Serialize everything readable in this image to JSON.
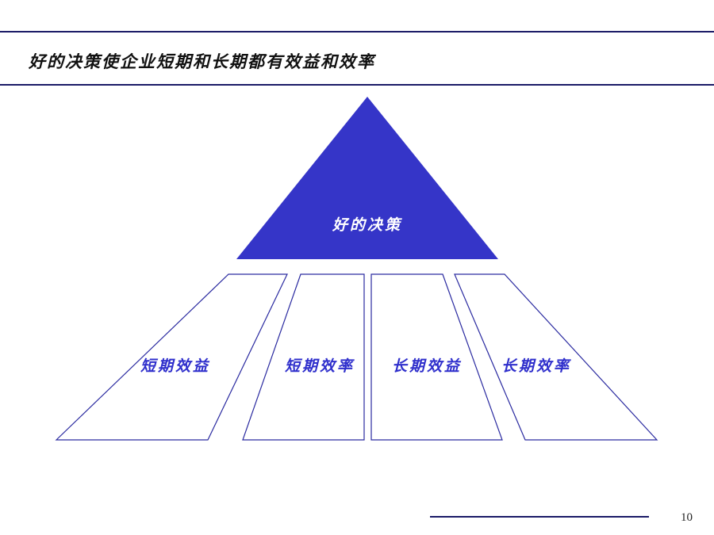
{
  "slide": {
    "title": "好的决策使企业短期和长期都有效益和效率",
    "page_number": "10"
  },
  "diagram": {
    "apex": {
      "label": "好的决策",
      "fill_color": "#3535c8",
      "text_color": "#ffffff"
    },
    "pillars": [
      {
        "label": "短期效益"
      },
      {
        "label": "短期效率"
      },
      {
        "label": "长期效益"
      },
      {
        "label": "长期效率"
      }
    ],
    "pillar_stroke_color": "#2a2aa0",
    "pillar_text_color": "#2f2fcc"
  },
  "colors": {
    "rule": "#1a1a66",
    "title": "#111111"
  }
}
